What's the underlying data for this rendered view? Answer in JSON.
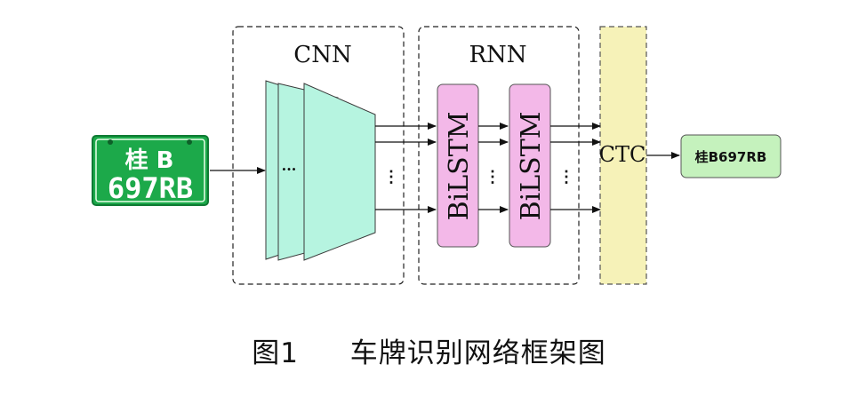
{
  "plate": {
    "line1": "桂 B",
    "line2": "697RB"
  },
  "cnn": {
    "label": "CNN",
    "ellipsis": "···"
  },
  "rnn": {
    "label": "RNN",
    "cell1": "BiLSTM",
    "cell2": "BiLSTM",
    "ellipsis": "⋮"
  },
  "ctc": {
    "label": "CTC"
  },
  "output": {
    "text": "桂B697RB"
  },
  "caption": {
    "number": "图1",
    "title": "车牌识别网络框架图"
  },
  "colors": {
    "plate_bg": "#1ca94a",
    "cnn_fill": "#b6f4e0",
    "bilstm_fill": "#f3b8e8",
    "ctc_fill": "#f6f2b8",
    "output_fill": "#c5f2bd"
  }
}
